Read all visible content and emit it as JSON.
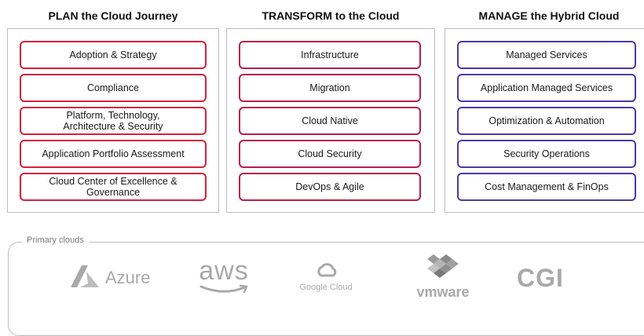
{
  "columns": [
    {
      "title": "PLAN the Cloud Journey",
      "items": [
        "Adoption & Strategy",
        "Compliance",
        "Platform, Technology,\nArchitecture & Security",
        "Application Portfolio Assessment",
        "Cloud Center of Excellence &\nGovernance"
      ]
    },
    {
      "title": "TRANSFORM to the Cloud",
      "items": [
        "Infrastructure",
        "Migration",
        "Cloud Native",
        "Cloud Security",
        "DevOps & Agile"
      ]
    },
    {
      "title": "MANAGE the Hybrid Cloud",
      "items": [
        "Managed Services",
        "Application Managed Services",
        "Optimization & Automation",
        "Security Operations",
        "Cost Management & FinOps"
      ]
    }
  ],
  "primary_clouds": {
    "label": "Primary clouds",
    "logos": [
      {
        "name": "azure",
        "text": "Azure",
        "icon": "azure-icon"
      },
      {
        "name": "aws",
        "text": "aws",
        "icon": "aws-smile-icon"
      },
      {
        "name": "google-cloud",
        "text": "Google Cloud",
        "icon": "google-cloud-icon"
      },
      {
        "name": "vmware",
        "text": "vmware",
        "icon": "vmware-icon"
      },
      {
        "name": "cgi",
        "text": "CGI",
        "icon": ""
      }
    ]
  },
  "colors": {
    "plan": "#d71f3d",
    "transform": "#b81d4c",
    "manage": "#4a3aa6",
    "logo_gray": "#a9a9a9"
  }
}
